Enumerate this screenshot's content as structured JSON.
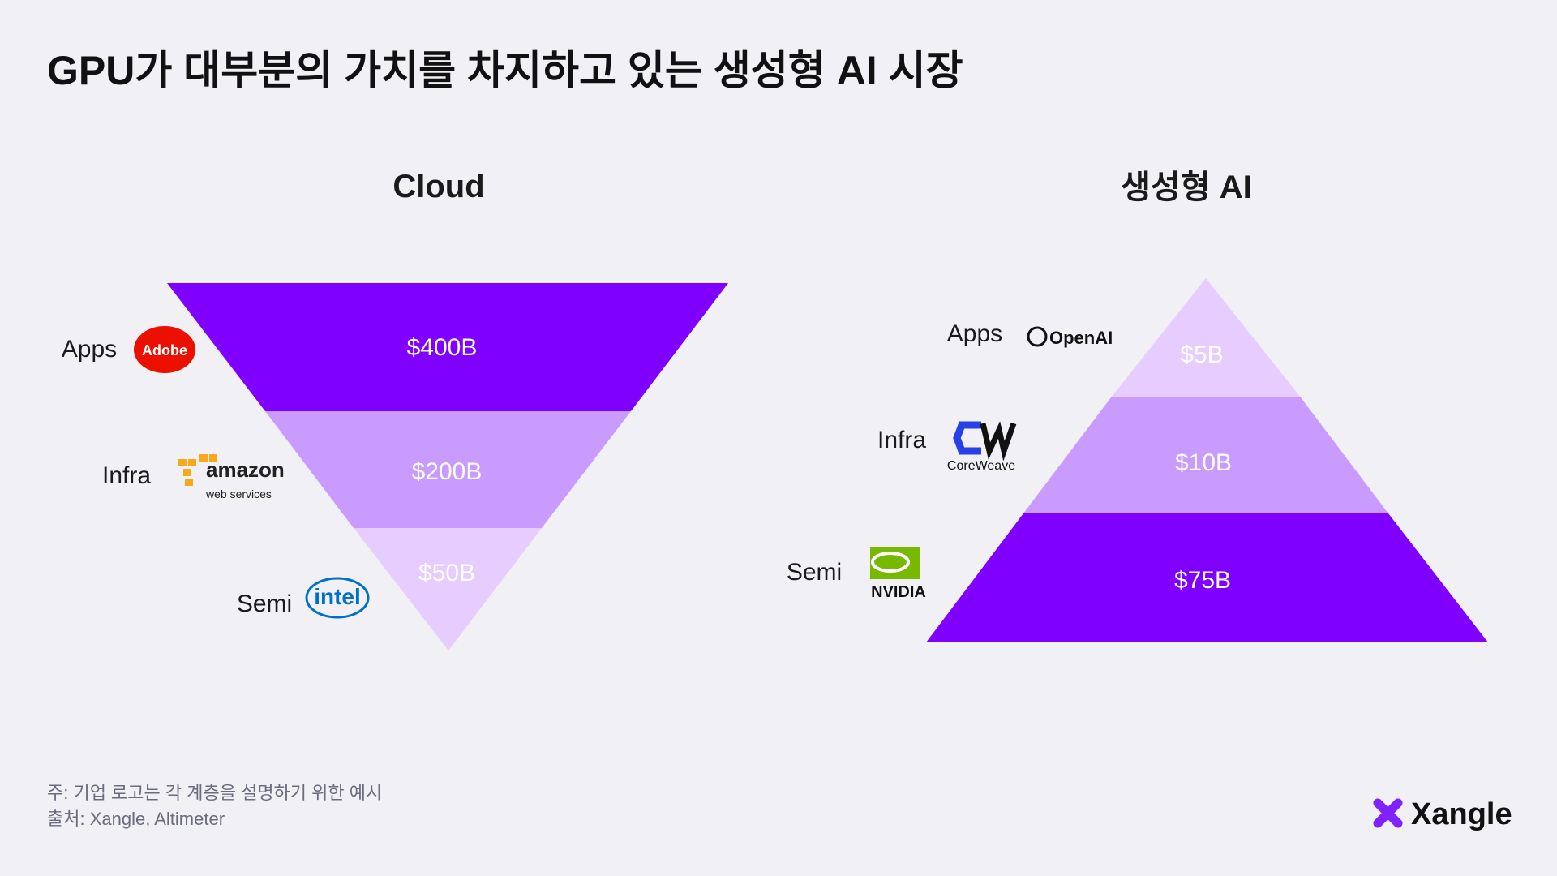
{
  "title": "GPU가 대부분의 가치를 차지하고 있는 생성형 AI 시장",
  "colors": {
    "dark": "#7F00FF",
    "mid": "#C99BFF",
    "light": "#E6CCFF",
    "background": "#F0F0F5"
  },
  "cloud": {
    "heading": "Cloud",
    "layers": [
      {
        "label": "Apps",
        "value": "$400B",
        "logo": "Adobe"
      },
      {
        "label": "Infra",
        "value": "$200B",
        "logo": "amazon",
        "logo_sub": "web services"
      },
      {
        "label": "Semi",
        "value": "$50B",
        "logo": "intel"
      }
    ]
  },
  "genai": {
    "heading": "생성형 AI",
    "layers": [
      {
        "label": "Apps",
        "value": "$5B",
        "logo": "OpenAI"
      },
      {
        "label": "Infra",
        "value": "$10B",
        "logo": "CoreWeave"
      },
      {
        "label": "Semi",
        "value": "$75B",
        "logo": "NVIDIA"
      }
    ]
  },
  "footer": {
    "note": "주: 기업 로고는 각 계층을 설명하기 위한 예시",
    "source": "출처: Xangle, Altimeter",
    "brand": "Xangle"
  }
}
